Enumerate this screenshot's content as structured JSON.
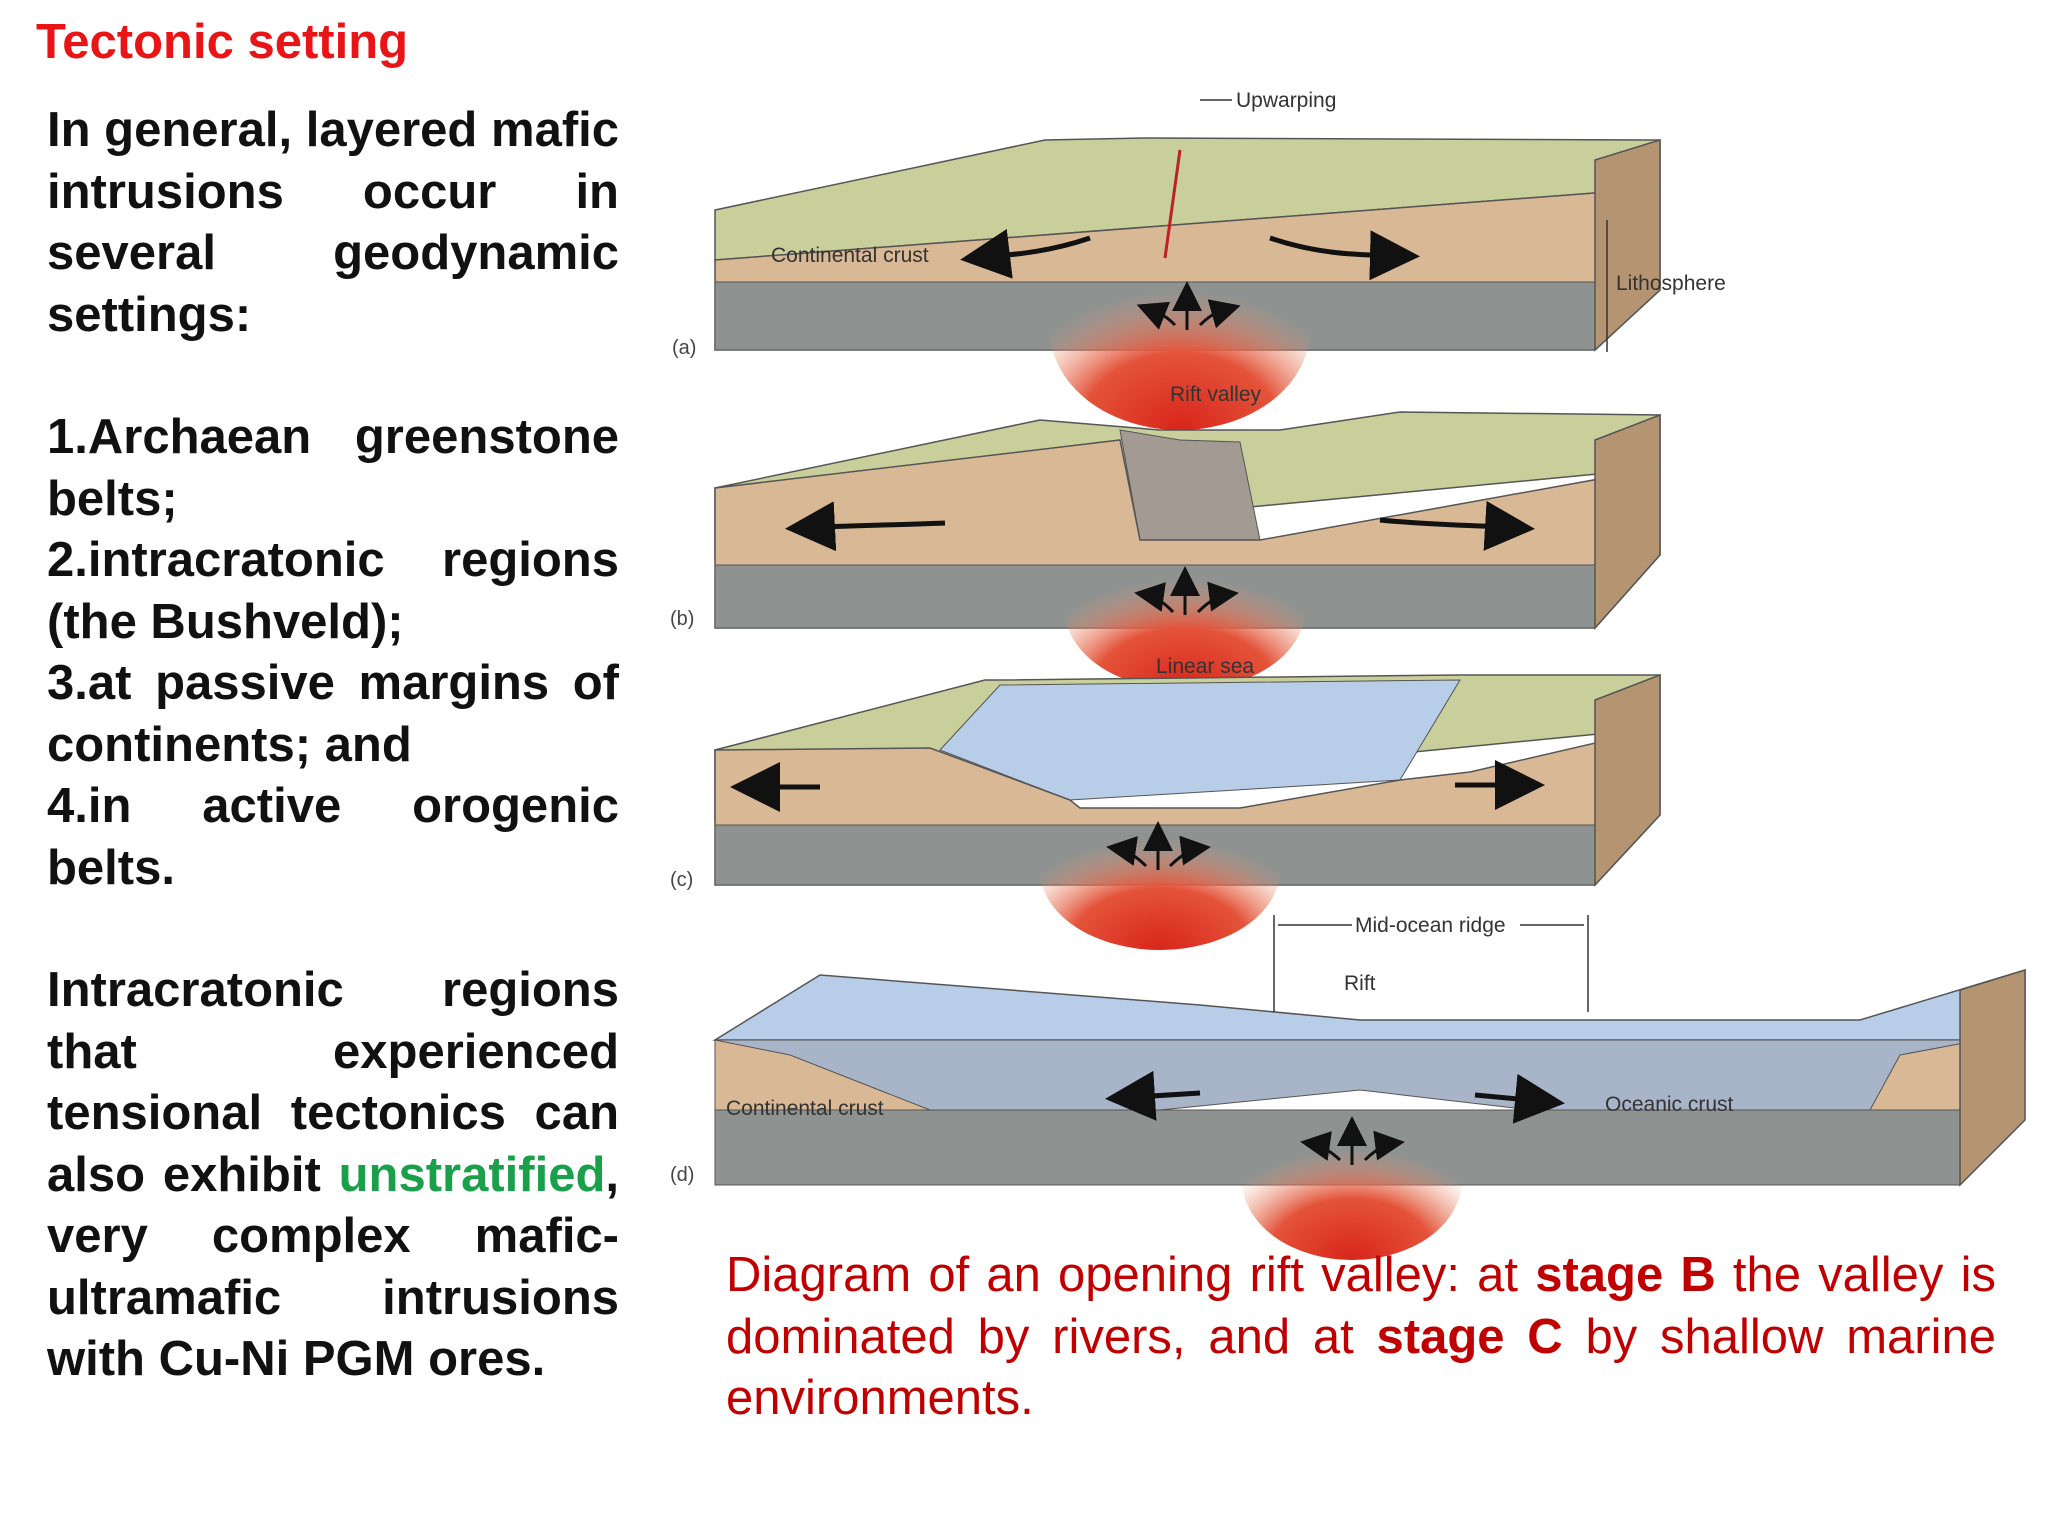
{
  "title": "Tectonic setting",
  "left_text": {
    "intro": "In general, layered mafic intrusions occur in several geodynamic settings:",
    "items": [
      "1.Archaean greenstone belts;",
      "2.intracratonic regions (the Bushveld);",
      "3.at passive margins of continents; and",
      "4.in active orogenic belts."
    ],
    "para2_before": "Intracratonic regions that experienced tensional tectonics can also exhibit",
    "para2_highlight": "unstratified",
    "para2_after": ", very complex mafic-ultramafic intrusions with Cu-Ni PGM ores."
  },
  "colors": {
    "title": "#e81416",
    "highlight": "#1aa04a",
    "caption": "#c00000",
    "land_top": "#c8cf9a",
    "crust": "#d9b895",
    "mantle": "#8e9290",
    "magma": "#e2412a",
    "sea": "#b7cde8"
  },
  "diagram": {
    "panels": [
      {
        "label": "(a)",
        "labels": {
          "top": "Upwarping",
          "crust": "Continental crust",
          "right": "Lithosphere"
        }
      },
      {
        "label": "(b)",
        "labels": {
          "top": "Rift valley"
        }
      },
      {
        "label": "(c)",
        "labels": {
          "top": "Linear sea"
        }
      },
      {
        "label": "(d)",
        "labels": {
          "top": "Mid-ocean ridge",
          "rift": "Rift",
          "crust": "Continental crust",
          "oceanic": "Oceanic crust"
        }
      }
    ]
  },
  "caption": {
    "part1": "Diagram of an opening rift valley: at ",
    "bold1": "stage B",
    "part2": " the valley is dominated by rivers, and at ",
    "bold2": "stage C",
    "part3": " by shallow marine environments."
  }
}
